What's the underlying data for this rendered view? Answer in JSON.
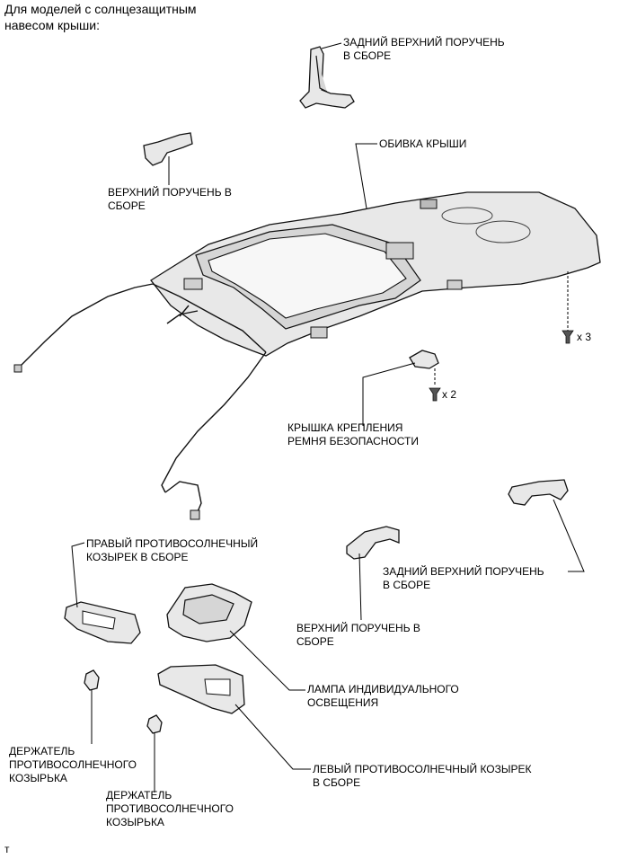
{
  "header": {
    "line1": "Для моделей с солнцезащитным",
    "line2": "навесом крыши:"
  },
  "labels": {
    "rear_assist_grip_top": {
      "line1": "ЗАДНИЙ ВЕРХНИЙ ПОРУЧЕНЬ",
      "line2": "В СБОРЕ"
    },
    "roof_headlining": "ОБИВКА КРЫШИ",
    "assist_grip_top": {
      "line1": "ВЕРХНИЙ ПОРУЧЕНЬ В",
      "line2": "СБОРЕ"
    },
    "clip_count_3": "x 3",
    "clip_count_2": "x 2",
    "seat_belt_cover": {
      "line1": "КРЫШКА КРЕПЛЕНИЯ",
      "line2": "РЕМНЯ БЕЗОПАСНОСТИ"
    },
    "right_sun_visor": {
      "line1": "ПРАВЫЙ ПРОТИВОСОЛНЕЧНЫЙ",
      "line2": "КОЗЫРЕК В СБОРЕ"
    },
    "rear_assist_grip_bottom": {
      "line1": "ЗАДНИЙ ВЕРХНИЙ ПОРУЧЕНЬ",
      "line2": "В СБОРЕ"
    },
    "assist_grip_bottom": {
      "line1": "ВЕРХНИЙ ПОРУЧЕНЬ В",
      "line2": "СБОРЕ"
    },
    "personal_lamp": {
      "line1": "ЛАМПА ИНДИВИДУАЛЬНОГО",
      "line2": "ОСВЕЩЕНИЯ"
    },
    "left_sun_visor": {
      "line1": "ЛЕВЫЙ ПРОТИВОСОЛНЕЧНЫЙ КОЗЫРЕК",
      "line2": "В СБОРЕ"
    },
    "visor_holder_left": {
      "line1": "ДЕРЖАТЕЛЬ",
      "line2": "ПРОТИВОСОЛНЕЧНОГО",
      "line3": "КОЗЫРЬКА"
    },
    "visor_holder_right": {
      "line1": "ДЕРЖАТЕЛЬ",
      "line2": "ПРОТИВОСОЛНЕЧНОГО",
      "line3": "КОЗЫРЬКА"
    }
  },
  "footer_mark": "т"
}
